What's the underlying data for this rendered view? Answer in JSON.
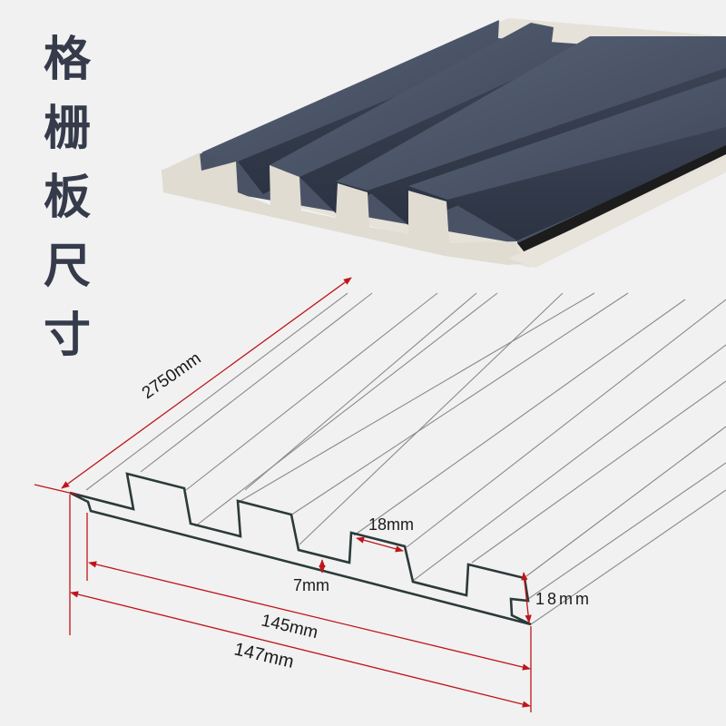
{
  "title": {
    "chars": [
      "格",
      "栅",
      "板",
      "尺",
      "寸"
    ],
    "text": "格栅板尺寸"
  },
  "photo": {
    "description": "grille-panel-photo",
    "face_color": "#4a5568",
    "core_color": "#ddd9d0"
  },
  "dimensions": {
    "length": "2750mm",
    "rib_width": "18mm",
    "base_thickness": "7mm",
    "total_thickness": "18mm",
    "effective_width": "145mm",
    "total_width": "147mm"
  },
  "colors": {
    "background": "#f1f1f1",
    "title": "#353b4b",
    "dimension_line": "#c0141a",
    "profile_outline": "#2b3a3a",
    "grain_line": "#8a8a8a"
  }
}
